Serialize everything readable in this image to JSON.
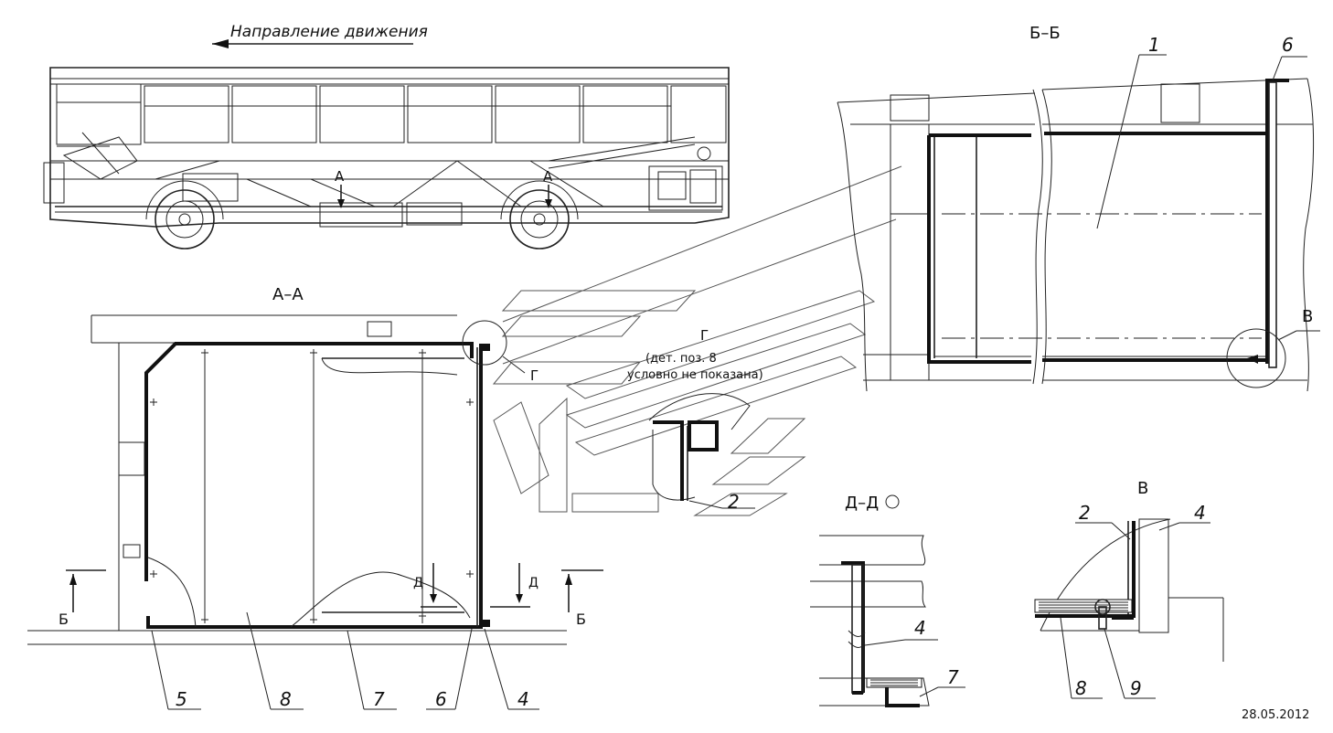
{
  "direction_label": "Направление движения",
  "views": {
    "section_aa": "А–А",
    "section_bb": "Б–Б",
    "section_dd": "Д–Д",
    "detail_v": "В",
    "detail_g": "Г"
  },
  "section_markers": {
    "a": "А",
    "b": "Б",
    "d": "Д",
    "v": "В",
    "g": "Г"
  },
  "note": {
    "line1": "(дет. поз. 8",
    "line2": "условно не показана)"
  },
  "positions": {
    "p1": "1",
    "p2": "2",
    "p4": "4",
    "p5": "5",
    "p6": "6",
    "p7": "7",
    "p8": "8",
    "p9": "9"
  },
  "date": "28.05.2012"
}
